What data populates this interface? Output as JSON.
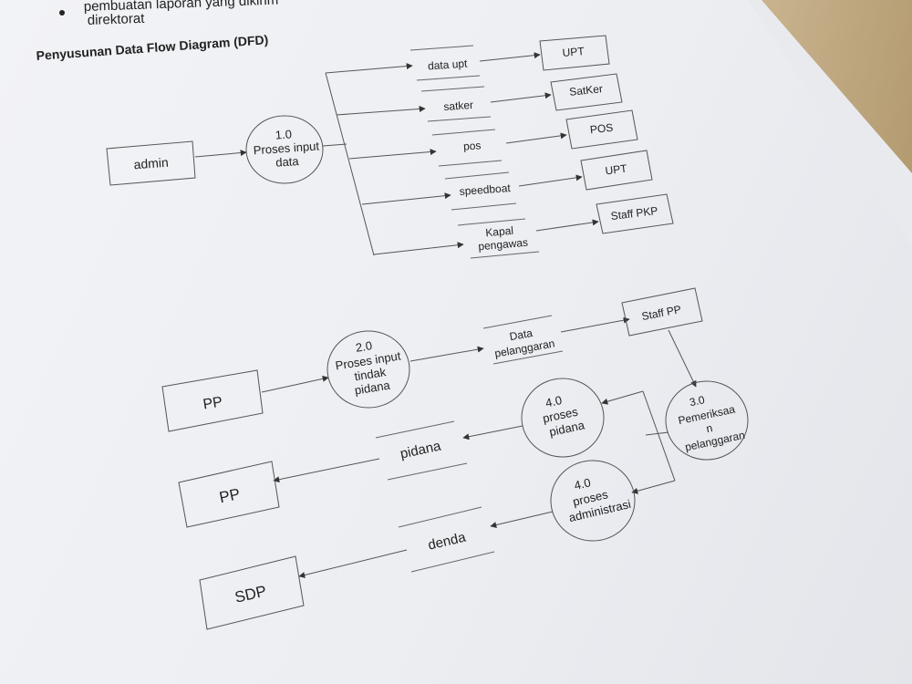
{
  "top_text": {
    "bullet_line": "pembuatan laporan yang dikirim",
    "bullet_cont": "direktorat"
  },
  "heading": "Penyusunan Data Flow Diagram (DFD)",
  "diagram1": {
    "entity_admin": "admin",
    "process": {
      "number": "1.0",
      "line1": "Proses input",
      "line2": "data"
    },
    "stores": [
      "data upt",
      "satker",
      "pos",
      "speedboat",
      "Kapal",
      "pengawas"
    ],
    "targets": [
      "UPT",
      "SatKer",
      "POS",
      "UPT",
      "Staff PKP"
    ]
  },
  "diagram2": {
    "entity_pp_in": "PP",
    "entity_pp_out": "PP",
    "entity_sdp": "SDP",
    "entity_staff_pp": "Staff PP",
    "p2": {
      "number": "2.0",
      "line1": "Proses input",
      "line2": "tindak",
      "line3": "pidana"
    },
    "p3": {
      "number": "3.0",
      "line1": "Pemeriksaa",
      "line2": "n",
      "line3": "pelanggaran"
    },
    "p4a": {
      "number": "4.0",
      "line1": "proses",
      "line2": "pidana"
    },
    "p4b": {
      "number": "4.0",
      "line1": "proses",
      "line2": "administrasi"
    },
    "store_data": {
      "line1": "Data",
      "line2": "pelanggaran"
    },
    "store_pidana": "pidana",
    "store_denda": "denda"
  }
}
